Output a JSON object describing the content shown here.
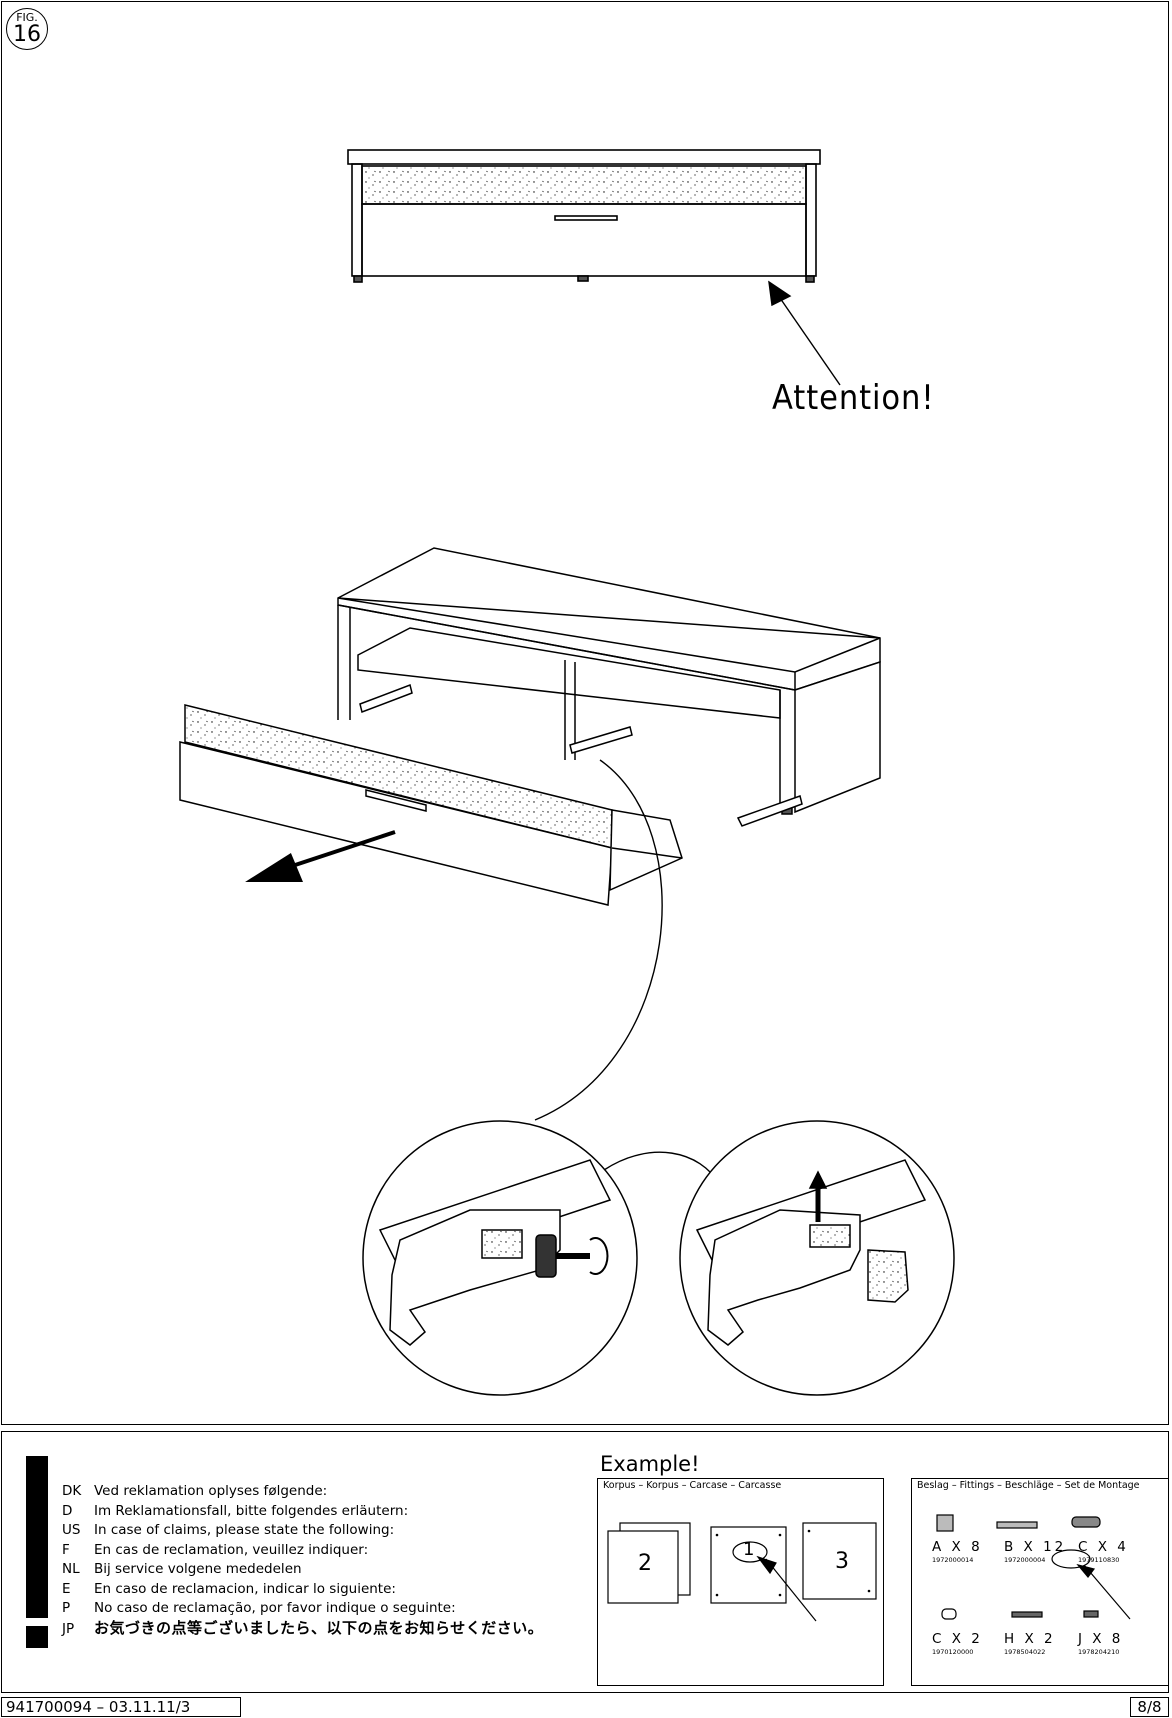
{
  "figure": {
    "label": "FIG.",
    "number": "16"
  },
  "callout": {
    "attention": "Attention!"
  },
  "claims": {
    "rows": [
      {
        "code": "DK",
        "text": "Ved reklamation oplyses følgende:"
      },
      {
        "code": "D",
        "text": "Im Reklamationsfall, bitte folgendes erläutern:"
      },
      {
        "code": "US",
        "text": "In case of claims, please state the following:"
      },
      {
        "code": "F",
        "text": "En cas de reclamation, veuillez indiquer:"
      },
      {
        "code": "NL",
        "text": "Bij service volgene mededelen"
      },
      {
        "code": "E",
        "text": "En caso de reclamacion, indicar lo siguiente:"
      },
      {
        "code": "P",
        "text": "No caso de reclamação, por favor indique o seguinte:"
      },
      {
        "code": "JP",
        "text": "お気づきの点等ございましたら、以下の点をお知らせください。"
      }
    ]
  },
  "example": {
    "title": "Example!",
    "carcass_header": "Korpus  –  Korpus  –  Carcase  –  Carcasse",
    "panels": [
      "2",
      "1",
      "3"
    ],
    "fittings_header": "Beslag – Fittings – Beschläge – Set de Montage",
    "fittings": [
      {
        "label": "A X 8",
        "code": "1972000014"
      },
      {
        "label": "B X 12",
        "code": "1972000004"
      },
      {
        "label": "C X 4",
        "code": "1979110830"
      },
      {
        "label": "C X 2",
        "code": "1970120000"
      },
      {
        "label": "H X 2",
        "code": "1978504022"
      },
      {
        "label": "J X 8",
        "code": "1978204210"
      }
    ]
  },
  "footer": {
    "doc_ref": "941700094 – 03.11.11/3",
    "page": "8/8"
  }
}
